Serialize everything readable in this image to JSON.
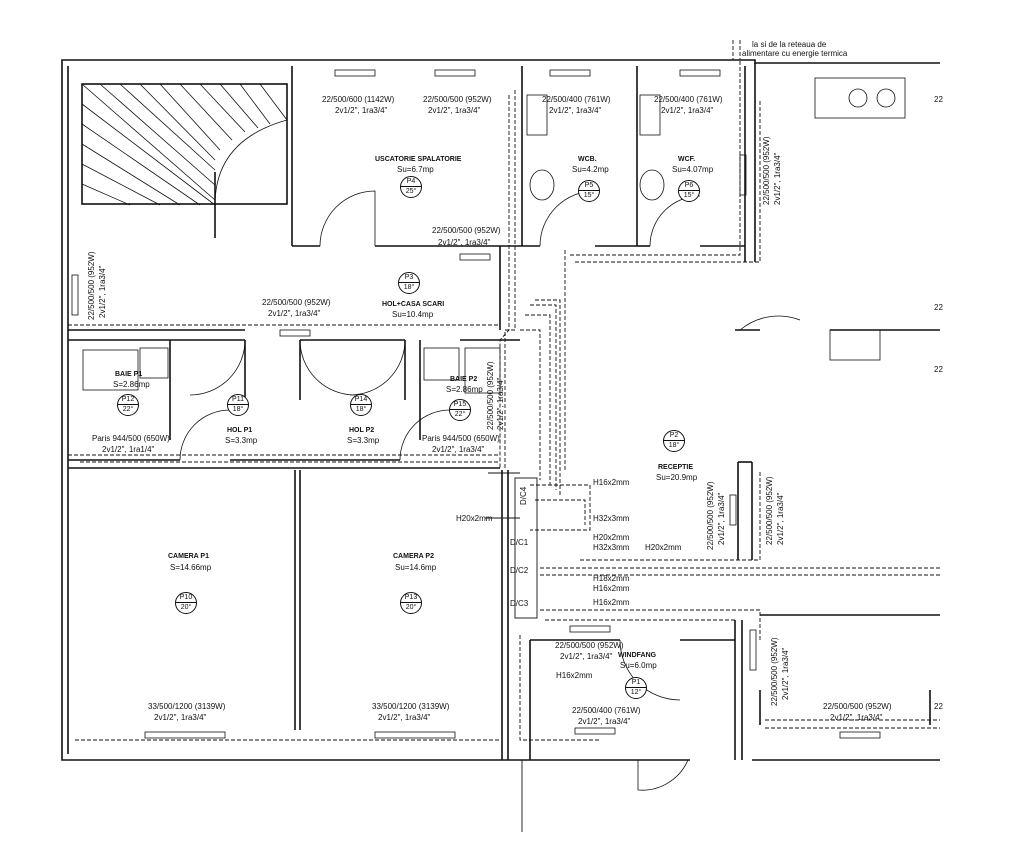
{
  "network_note": {
    "line1": "la si de la reteaua de",
    "line2": "alimentare cu energie termica"
  },
  "rooms": [
    {
      "name": "USCATORIE SPALATORIE",
      "area": "Su=6.7mp",
      "tag": "P4",
      "temp": "25°"
    },
    {
      "name": "WCB.",
      "area": "Su=4.2mp",
      "tag": "P5",
      "temp": "15°"
    },
    {
      "name": "WCF.",
      "area": "Su=4.07mp",
      "tag": "P6",
      "temp": "15°"
    },
    {
      "name": "HOL+CASA SCARI",
      "area": "Su=10.4mp",
      "tag": "P3",
      "temp": "18°"
    },
    {
      "name": "BAIE P1",
      "area": "S=2.86mp",
      "tag": "P12",
      "temp": "22°"
    },
    {
      "name": "HOL P1",
      "area": "S=3.3mp",
      "tag": "P11",
      "temp": "18°"
    },
    {
      "name": "HOL P2",
      "area": "S=3.3mp",
      "tag": "P14",
      "temp": "18°"
    },
    {
      "name": "BAIE P2",
      "area": "S=2.86mp",
      "tag": "P15",
      "temp": "22°"
    },
    {
      "name": "RECEPTIE",
      "area": "Su=20.9mp",
      "tag": "P2",
      "temp": "18°"
    },
    {
      "name": "CAMERA P1",
      "area": "S=14.66mp",
      "tag": "P10",
      "temp": "20°"
    },
    {
      "name": "CAMERA P2",
      "area": "Su=14.6mp",
      "tag": "P13",
      "temp": "20°"
    },
    {
      "name": "WINDFANG",
      "area": "Su=6.0mp",
      "tag": "P1",
      "temp": "12°"
    }
  ],
  "radiators": [
    {
      "spec": "22/500/600 (1142W)",
      "pipes": "2v1/2\", 1ra3/4\""
    },
    {
      "spec": "22/500/500 (952W)",
      "pipes": "2v1/2\", 1ra3/4\""
    },
    {
      "spec": "22/500/400 (761W)",
      "pipes": "2v1/2\", 1ra3/4\""
    },
    {
      "spec": "22/500/400 (761W)",
      "pipes": "2v1/2\", 1ra3/4\""
    },
    {
      "spec": "22/500/500 (952W)",
      "pipes": "2v1/2\", 1ra3/4\""
    },
    {
      "spec": "22/500/500 (952W)",
      "pipes": "2v1/2\", 1ra3/4\""
    },
    {
      "spec": "22/500/500 (952W)",
      "pipes": "2v1/2\", 1ra3/4\""
    },
    {
      "spec": "Paris 944/500 (650W)",
      "pipes": "2v1/2\", 1ra1/4\""
    },
    {
      "spec": "Paris 944/500 (650W)",
      "pipes": "2v1/2\", 1ra3/4\""
    },
    {
      "spec": "22/500/500 (952W)",
      "pipes": "2v1/2\", 1ra3/4\""
    },
    {
      "spec": "22/500/500 (952W)",
      "pipes": "2v1/2\", 1ra3/4\""
    },
    {
      "spec": "22/500/500 (952W)",
      "pipes": "2v1/2\", 1ra3/4\""
    },
    {
      "spec": "22/500/500 (952W)",
      "pipes": "2v1/2\", 1ra3/4\""
    },
    {
      "spec": "22/500/500 (952W)",
      "pipes": "2v1/2\", 1ra3/4\""
    },
    {
      "spec": "33/500/1200 (3139W)",
      "pipes": "2v1/2\", 1ra3/4\""
    },
    {
      "spec": "33/500/1200 (3139W)",
      "pipes": "2v1/2\", 1ra3/4\""
    },
    {
      "spec": "22/500/500 (952W)",
      "pipes": "2v1/2\", 1ra3/4\""
    },
    {
      "spec": "22/500/400 (761W)",
      "pipes": "2v1/2\", 1ra3/4\""
    },
    {
      "spec": "22/500/500 (952W)",
      "pipes": "2v1/2\", 1ra3/4\""
    }
  ],
  "pipes": [
    "H16x2mm",
    "H20x2mm",
    "H32x3mm",
    "H20x2mm",
    "H32x3mm",
    "H20x2mm",
    "H18x2mm",
    "H16x2mm",
    "H16x2mm",
    "H16x2mm"
  ],
  "collectors": [
    "D/C4",
    "D/C1",
    "D/C2",
    "D/C3"
  ],
  "edge_marks": [
    "22",
    "22",
    "22",
    "22"
  ]
}
